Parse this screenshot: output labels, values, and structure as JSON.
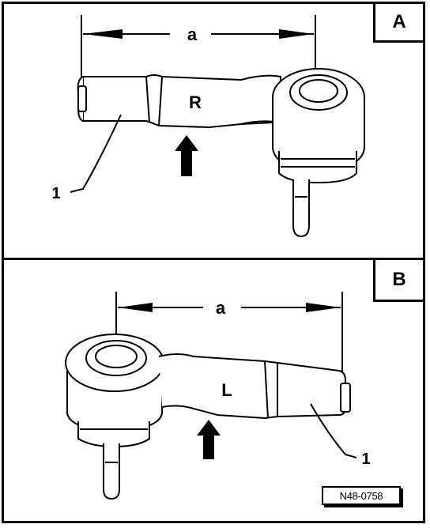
{
  "panel_a": {
    "letter": "A",
    "dimension_label": "a",
    "part_label": "R",
    "callout": "1"
  },
  "panel_b": {
    "letter": "B",
    "dimension_label": "a",
    "part_label": "L",
    "callout": "1",
    "figure_code": "N48-0758"
  },
  "colors": {
    "line": "#000000",
    "background": "#ffffff"
  }
}
